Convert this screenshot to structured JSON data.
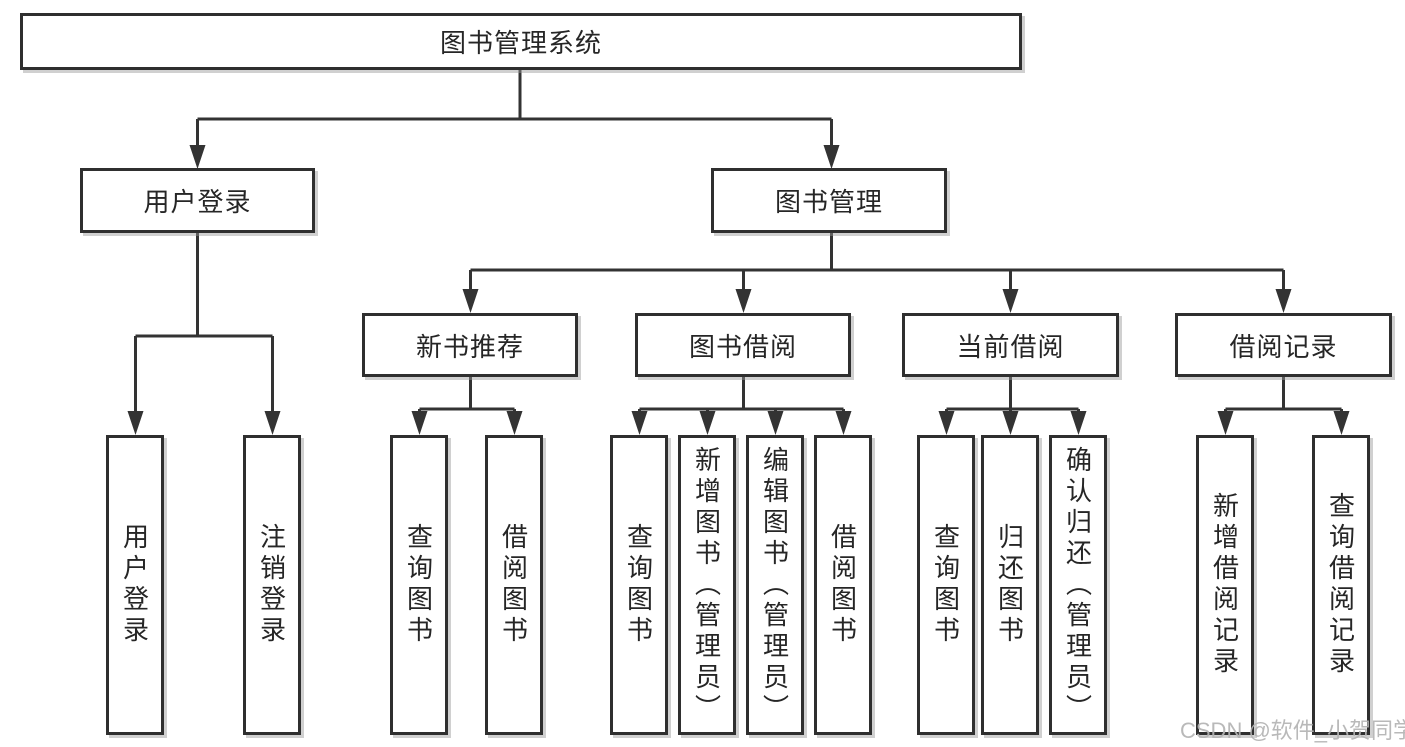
{
  "page": {
    "background": "#ffffff"
  },
  "colors": {
    "line": "#333333",
    "box_border": "#2f2f2f",
    "text": "#262626",
    "watermark": "#b4b4b4"
  },
  "watermark": {
    "text": "CSDN @软件_小贺同学"
  },
  "tree": {
    "root": {
      "label": "图书管理系统",
      "children": [
        {
          "label": "用户登录",
          "children": [
            {
              "label": "用户登录"
            },
            {
              "label": "注销登录"
            }
          ]
        },
        {
          "label": "图书管理",
          "children": [
            {
              "label": "新书推荐",
              "children": [
                {
                  "label": "查询图书"
                },
                {
                  "label": "借阅图书"
                }
              ]
            },
            {
              "label": "图书借阅",
              "children": [
                {
                  "label": "查询图书"
                },
                {
                  "label": "新增图书（管理员）"
                },
                {
                  "label": "编辑图书（管理员）"
                },
                {
                  "label": "借阅图书"
                }
              ]
            },
            {
              "label": "当前借阅",
              "children": [
                {
                  "label": "查询图书"
                },
                {
                  "label": "归还图书"
                },
                {
                  "label": "确认归还（管理员）"
                }
              ]
            },
            {
              "label": "借阅记录",
              "children": [
                {
                  "label": "新增借阅记录"
                },
                {
                  "label": "查询借阅记录"
                }
              ]
            }
          ]
        }
      ]
    }
  }
}
